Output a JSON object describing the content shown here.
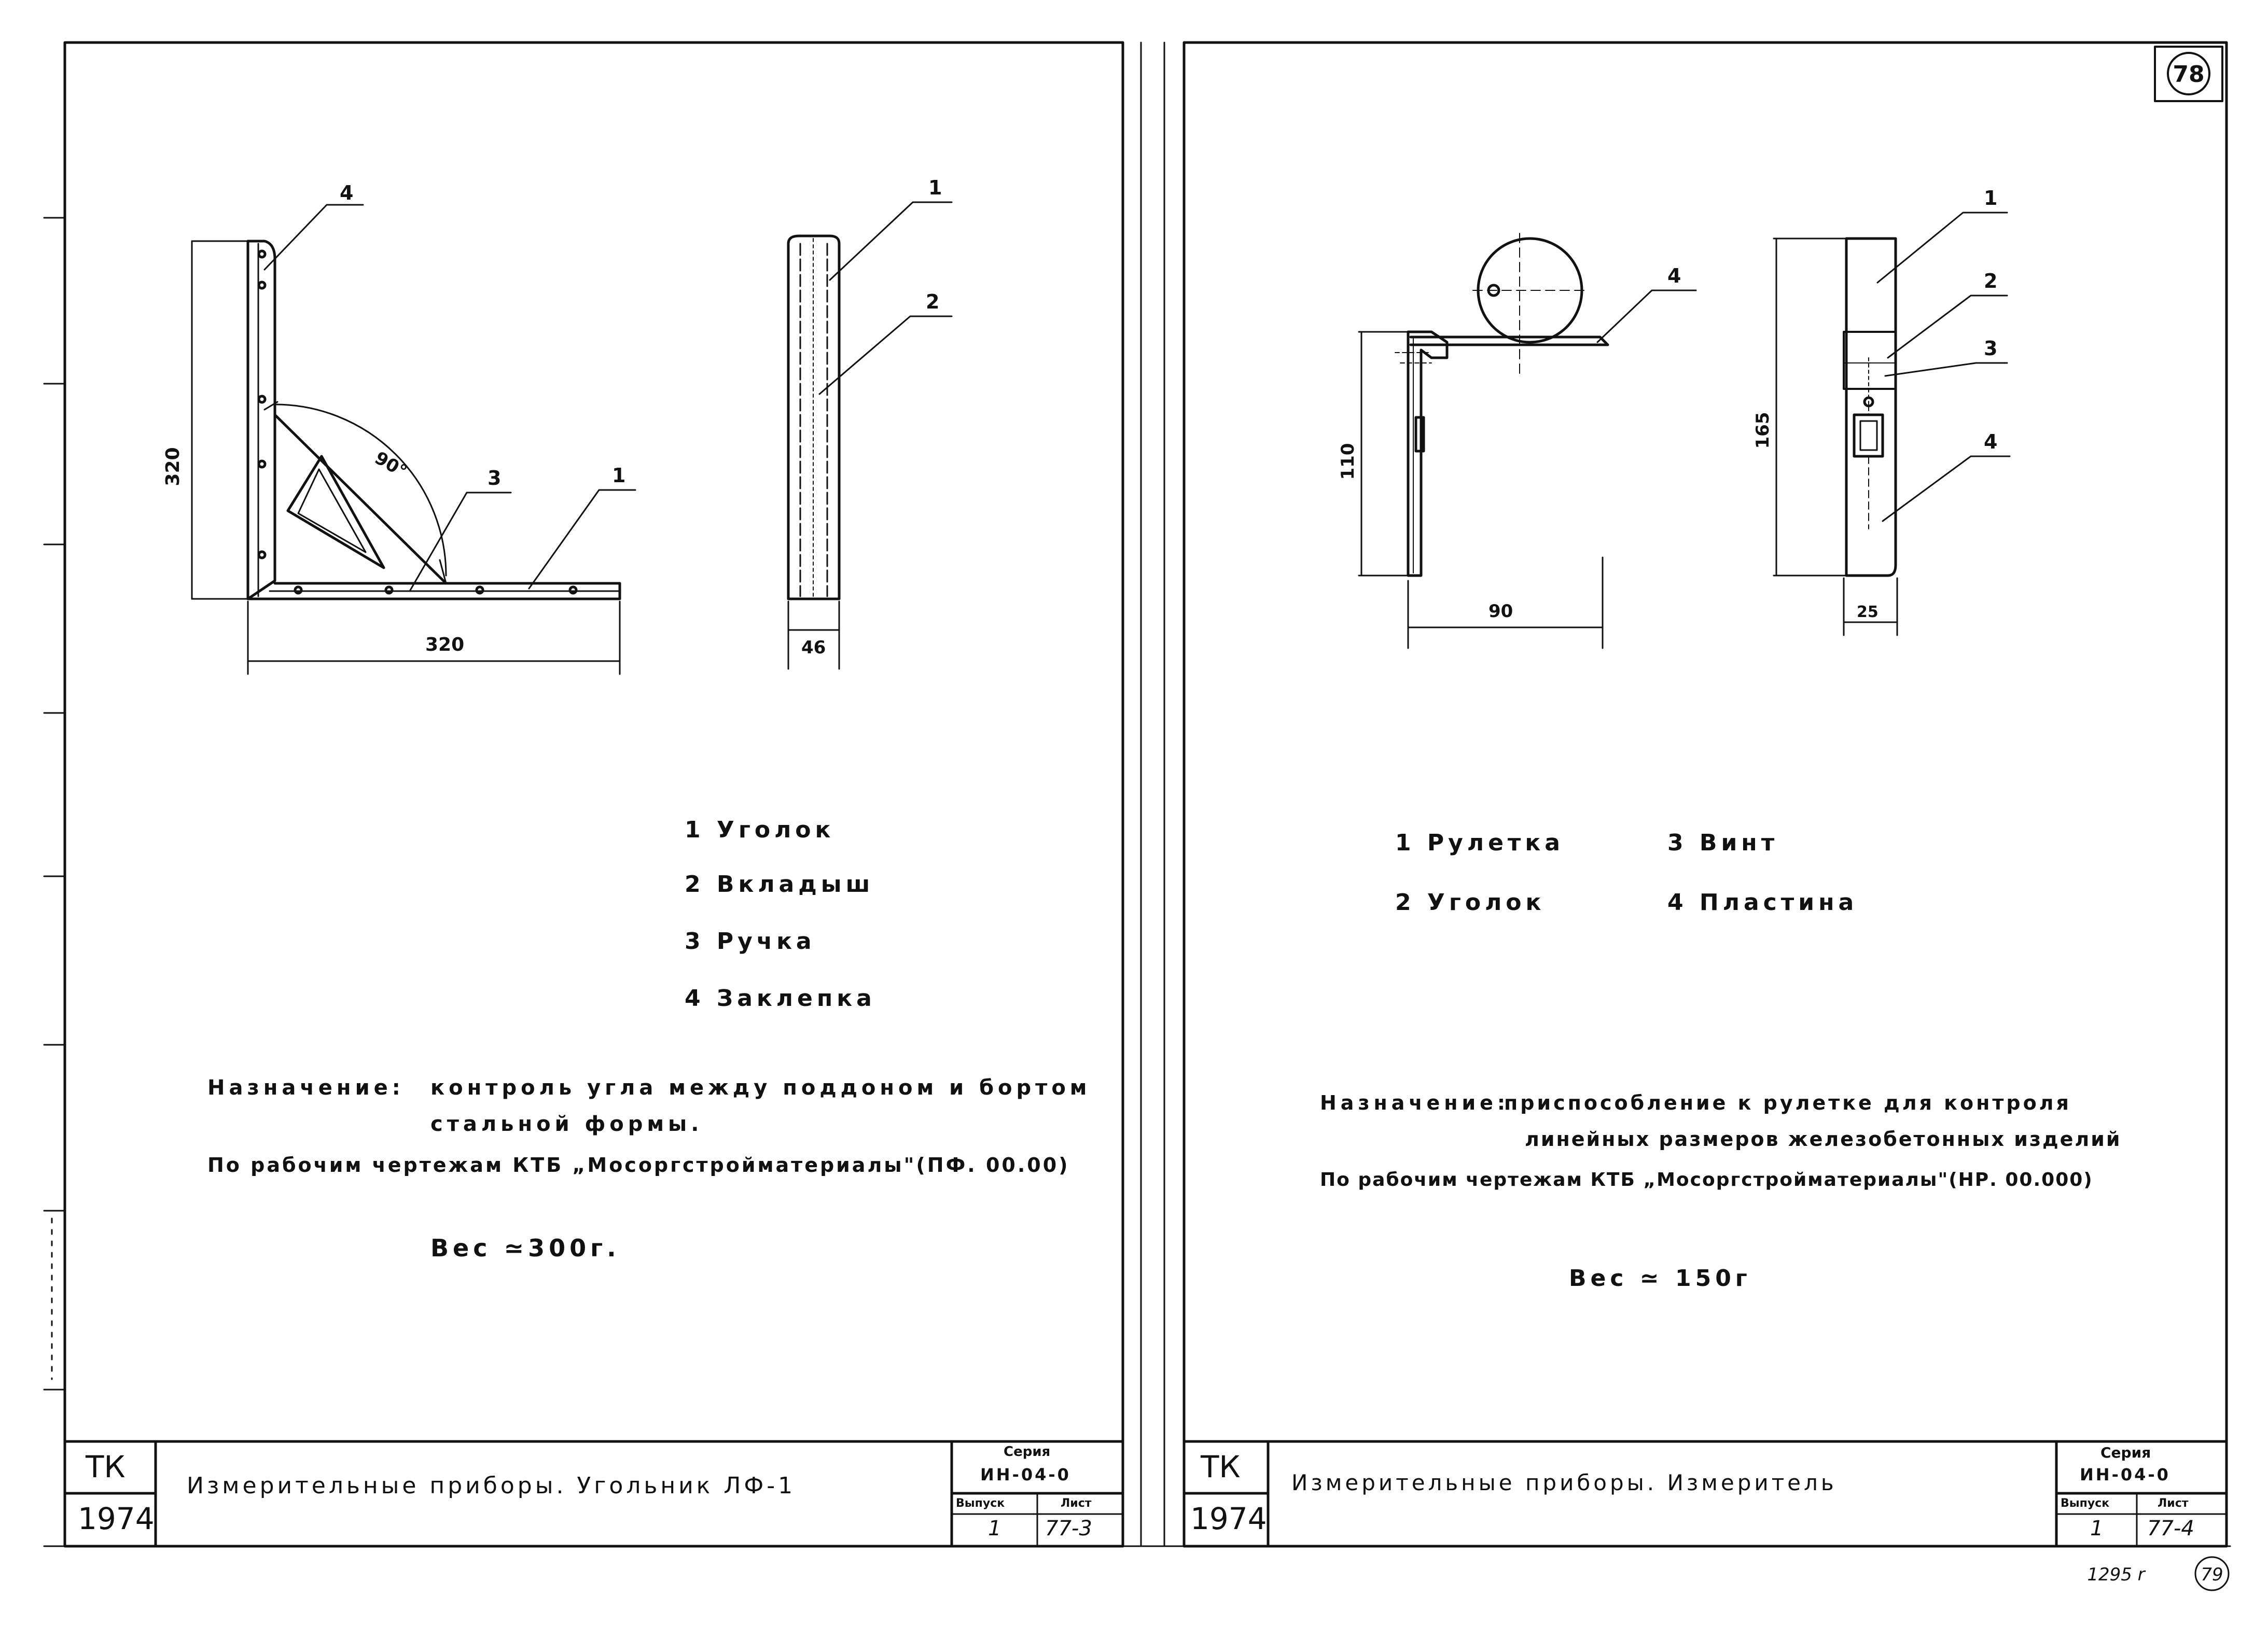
{
  "page_number": "78",
  "corner_number": "79",
  "bottom_note": "1295 r",
  "left_sheet": {
    "dims": {
      "height": "320",
      "width": "320",
      "thickness": "46",
      "angle": "90°"
    },
    "callouts": [
      "1",
      "2",
      "3",
      "4"
    ],
    "legend": [
      "1 Уголок",
      "2 Вкладыш",
      "3 Ручка",
      "4 Заклепка"
    ],
    "purpose_label": "Назначение:",
    "purpose_line1": "контроль угла между поддоном и бортом",
    "purpose_line2": "стальной формы.",
    "source": "По рабочим чертежам КТБ „Мосоргстройматериалы\"(ПФ. 00.00)",
    "weight": "Вес ≃300г.",
    "title_block": {
      "org": "ТК",
      "year": "1974",
      "title": "Измерительные приборы.  Угольник  ЛФ-1",
      "series_label": "Серия",
      "series_value": "ИН-04-0",
      "issue_label": "Выпуск",
      "issue_value": "1",
      "sheet_label": "Лист",
      "sheet_value": "77-3"
    }
  },
  "right_sheet": {
    "dims": {
      "height_left": "110",
      "width": "90",
      "height_right": "165",
      "thickness": "25"
    },
    "callouts": [
      "1",
      "2",
      "3",
      "4"
    ],
    "legend_col1": [
      "1 Рулетка",
      "2 Уголок"
    ],
    "legend_col2": [
      "3 Винт",
      "4 Пластина"
    ],
    "purpose_label": "Назначение:",
    "purpose_line1": "приспособление к рулетке для контроля",
    "purpose_line2": "линейных размеров железобетонных изделий",
    "source": "По рабочим чертежам КТБ „Мосоргстройматериалы\"(НР. 00.000)",
    "weight": "Вес ≃ 150г",
    "title_block": {
      "org": "ТК",
      "year": "1974",
      "title": "Измерительные приборы.  Измеритель",
      "series_label": "Серия",
      "series_value": "ИН-04-0",
      "issue_label": "Выпуск",
      "issue_value": "1",
      "sheet_label": "Лист",
      "sheet_value": "77-4"
    }
  }
}
